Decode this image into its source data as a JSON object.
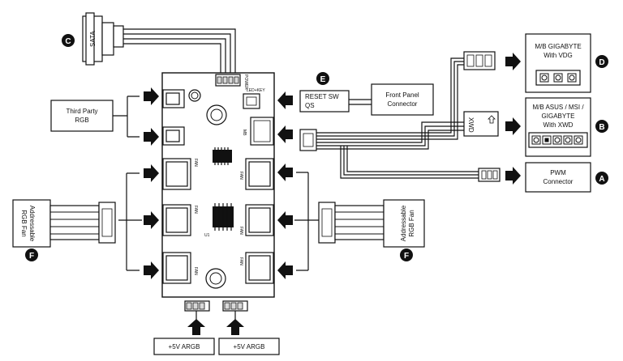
{
  "labels": {
    "sata": "SATA",
    "power": "POWER",
    "ledkey": "LED+KEY",
    "mb": "MB",
    "fan": "FAN",
    "xwd": "XWD",
    "board_mark": "U1",
    "third_party": [
      "Third Party",
      "RGB"
    ],
    "reset_sw": "RESET SW",
    "qs": "QS",
    "front_panel": [
      "Front Panel",
      "Connector"
    ],
    "argb_fan": [
      "Addressable",
      "RGB Fan"
    ],
    "mb_vdg": [
      "M/B GIGABYTE",
      "With VDG"
    ],
    "mb_xwd": [
      "M/B ASUS / MSI /",
      "GIGABYTE",
      "With XWD"
    ],
    "pwm": [
      "PWM",
      "Connector"
    ],
    "argb_left": "+5V ARGB",
    "argb_right": "+5V ARGB"
  },
  "markers": {
    "A": "A",
    "B": "B",
    "C": "C",
    "D": "D",
    "E": "E",
    "F": "F"
  },
  "colors": {
    "stroke": "#111111",
    "fill": "#ffffff",
    "chip": "#111111",
    "pin": "#d9d9d9"
  }
}
